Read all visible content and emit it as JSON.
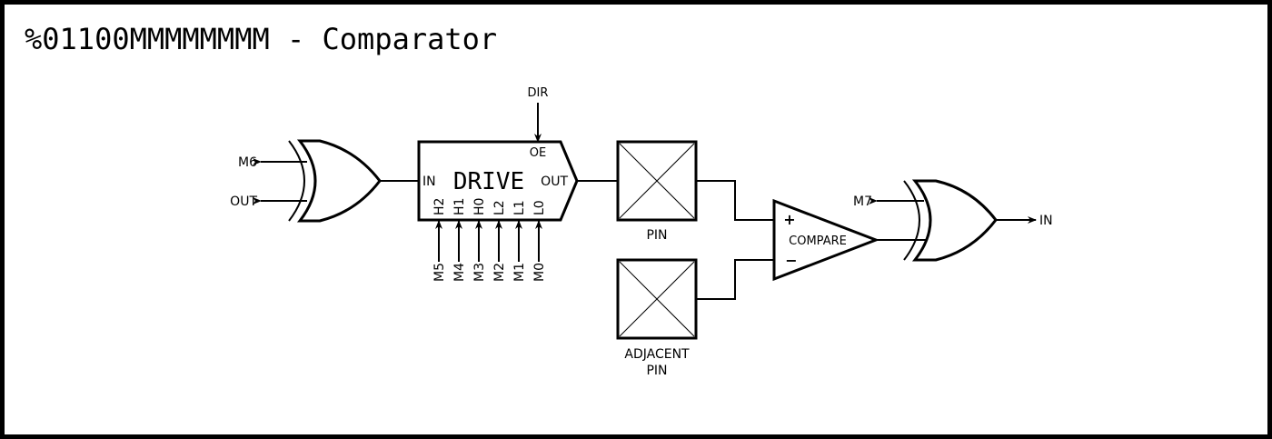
{
  "title": "%01100MMMMMMMM - Comparator",
  "inputs": {
    "dir": "DIR",
    "m6": "M6",
    "out": "OUT",
    "m7": "M7"
  },
  "drive": {
    "name": "DRIVE",
    "in": "IN",
    "out": "OUT",
    "oe": "OE",
    "pins": [
      "H2",
      "H1",
      "H0",
      "L2",
      "L1",
      "L0"
    ],
    "pin_inputs": [
      "M5",
      "M4",
      "M3",
      "M2",
      "M1",
      "M0"
    ]
  },
  "pin_label": "PIN",
  "adjacent_pin_label": [
    "ADJACENT",
    "PIN"
  ],
  "comparator": {
    "name": "COMPARE",
    "plus": "+",
    "minus": "−"
  },
  "output": "IN"
}
